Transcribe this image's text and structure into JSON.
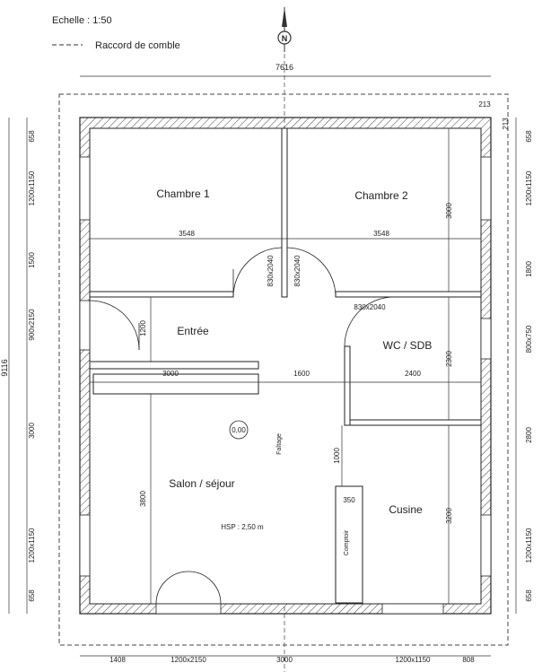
{
  "legend": {
    "scale": "Echelle : 1:50",
    "dashed_line_label": "Raccord de comble"
  },
  "compass": {
    "label": "N"
  },
  "rooms": {
    "chambre1": "Chambre 1",
    "chambre2": "Chambre 2",
    "entree": "Entrée",
    "wc_sdb": "WC / SDB",
    "salon": "Salon / séjour",
    "cuisine": "Cusine",
    "hsp": "HSP : 2,50 m",
    "level": "0,00",
    "faitage": "Faîtage",
    "comptoir": "Comptoir"
  },
  "dimensions": {
    "overall_width": "7616",
    "overall_height": "9116",
    "wall_offset_right": "213",
    "wall_offset_top": "213",
    "left": [
      "658",
      "1200x1150",
      "1500",
      "900x2150",
      "3000",
      "1200x1150",
      "658"
    ],
    "right": [
      "658",
      "1200x1150",
      "1800",
      "800x750",
      "2800",
      "1200x1150",
      "658"
    ],
    "bottom": [
      "1408",
      "1200x2150",
      "3000",
      "1200x1150",
      "808"
    ],
    "interior": {
      "chambre1_width": "3548",
      "chambre2_width": "3548",
      "chambre2_height": "3000",
      "door_left": "830x2040",
      "door_right": "830x2040",
      "door_wc": "830x2040",
      "entree_height": "1200",
      "corridor": "3000",
      "center": "1600",
      "wc_width": "2400",
      "wc_height": "2300",
      "salon_height": "3800",
      "comptoir_gap": "1000",
      "comptoir_width": "350",
      "cuisine_height": "3200"
    }
  }
}
